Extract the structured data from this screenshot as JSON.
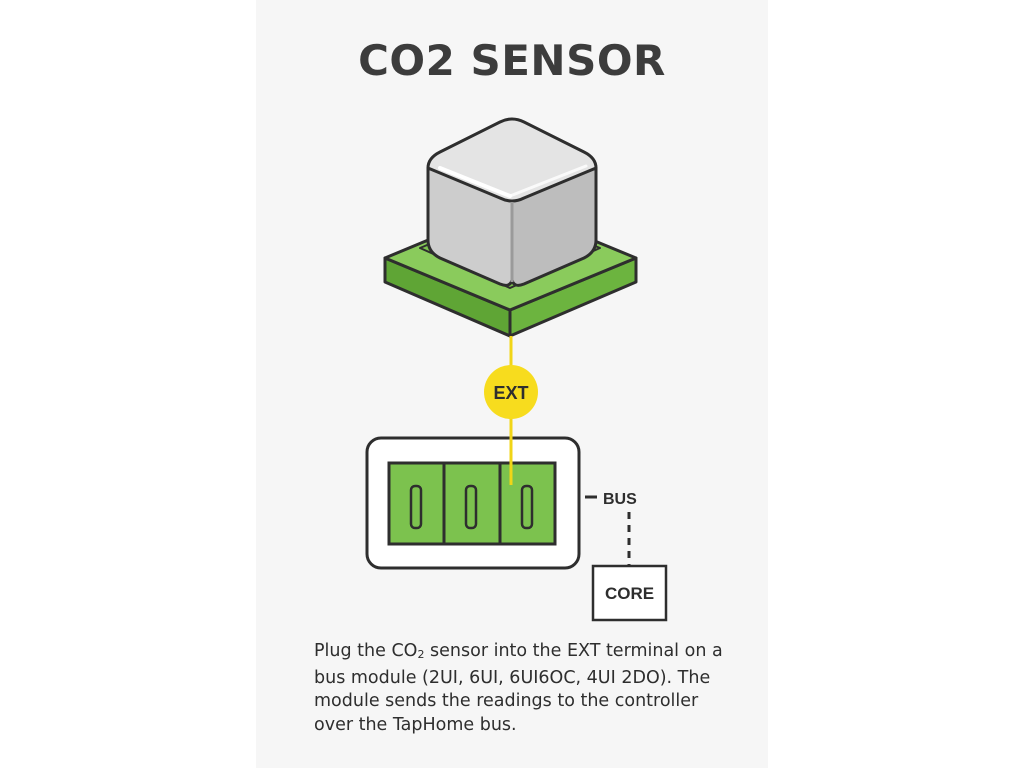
{
  "title": "CO2 SENSOR",
  "labels": {
    "ext": "EXT",
    "bus": "BUS",
    "core": "CORE"
  },
  "caption": {
    "part1": "Plug the CO",
    "sub": "2",
    "part2": " sensor into the EXT terminal on a bus module (2UI, 6UI, 6UI6OC, 4UI 2DO). The module sends the readings to the controller over the TapHome bus."
  },
  "colors": {
    "accent_yellow": "#f7dc1e",
    "board_green": "#7cc24e",
    "outline": "#2e2e2e",
    "sensor_gray": "#d7d7d7"
  },
  "icons": {
    "sensor": "co2-sensor-icon",
    "terminal": "terminal-block-icon"
  }
}
